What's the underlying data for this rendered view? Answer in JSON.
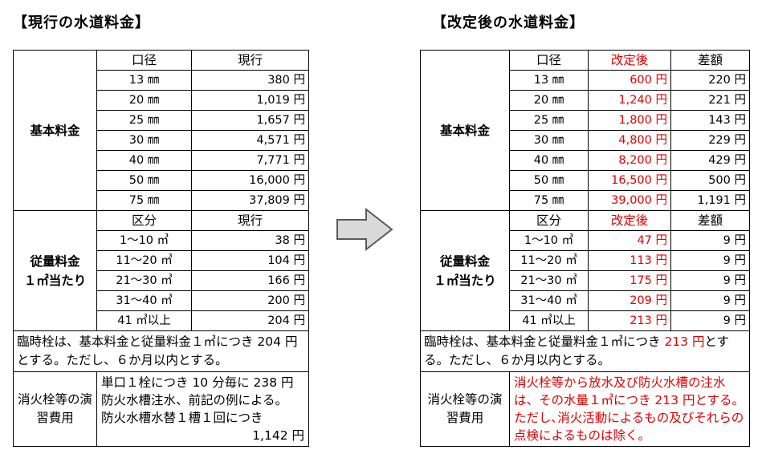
{
  "left": {
    "heading": "【現行の水道料金】",
    "basic": {
      "category": "基本料金",
      "col_size": "口径",
      "col_current": "現行",
      "rows": [
        {
          "size": "13 ㎜",
          "current": "380 円"
        },
        {
          "size": "20 ㎜",
          "current": "1,019 円"
        },
        {
          "size": "25 ㎜",
          "current": "1,657 円"
        },
        {
          "size": "30 ㎜",
          "current": "4,571 円"
        },
        {
          "size": "40 ㎜",
          "current": "7,771 円"
        },
        {
          "size": "50 ㎜",
          "current": "16,000 円"
        },
        {
          "size": "75 ㎜",
          "current": "37,809 円"
        }
      ]
    },
    "volume": {
      "category_line1": "従量料金",
      "category_line2": "１㎡当たり",
      "col_range": "区分",
      "col_current": "現行",
      "rows": [
        {
          "range": "1～10 ㎥",
          "current": "38 円"
        },
        {
          "range": "11～20 ㎥",
          "current": "104 円"
        },
        {
          "range": "21～30 ㎥",
          "current": "166 円"
        },
        {
          "range": "31～40 ㎥",
          "current": "200 円"
        },
        {
          "range": "41 ㎥以上",
          "current": "204 円"
        }
      ]
    },
    "hydrant_note": "臨時栓は、基本料金と従量料金１㎥につき 204 円とする。ただし、６か月以内とする。",
    "drill": {
      "label": "消火栓等の演習費用",
      "lines": [
        "単口１栓につき 10 分毎に 238 円",
        "防火水槽注水、前記の例による。",
        "防火水槽水替１槽１回につき"
      ],
      "amount": "1,142 円"
    }
  },
  "right": {
    "heading": "【改定後の水道料金】",
    "basic": {
      "category": "基本料金",
      "col_size": "口径",
      "col_revised": "改定後",
      "col_diff": "差額",
      "rows": [
        {
          "size": "13 ㎜",
          "revised": "600 円",
          "diff": "220 円"
        },
        {
          "size": "20 ㎜",
          "revised": "1,240 円",
          "diff": "221 円"
        },
        {
          "size": "25 ㎜",
          "revised": "1,800 円",
          "diff": "143 円"
        },
        {
          "size": "30 ㎜",
          "revised": "4,800 円",
          "diff": "229 円"
        },
        {
          "size": "40 ㎜",
          "revised": "8,200 円",
          "diff": "429 円"
        },
        {
          "size": "50 ㎜",
          "revised": "16,500 円",
          "diff": "500 円"
        },
        {
          "size": "75 ㎜",
          "revised": "39,000 円",
          "diff": "1,191 円"
        }
      ]
    },
    "volume": {
      "category_line1": "従量料金",
      "category_line2": "１㎡当たり",
      "col_range": "区分",
      "col_revised": "改定後",
      "col_diff": "差額",
      "rows": [
        {
          "range": "1～10 ㎥",
          "revised": "47 円",
          "diff": "9 円"
        },
        {
          "range": "11～20 ㎥",
          "revised": "113 円",
          "diff": "9 円"
        },
        {
          "range": "21～30 ㎥",
          "revised": "175 円",
          "diff": "9 円"
        },
        {
          "range": "31～40 ㎥",
          "revised": "209 円",
          "diff": "9 円"
        },
        {
          "range": "41 ㎥以上",
          "revised": "213 円",
          "diff": "9 円"
        }
      ]
    },
    "hydrant_note_prefix": "臨時栓は、基本料金と従量料金１㎥につき ",
    "hydrant_note_amount": "213 円",
    "hydrant_note_suffix": "とする。ただし、６か月以内とする。",
    "drill": {
      "label": "消火栓等の演習費用",
      "text": "消火栓等から放水及び防火水槽の注水は、その水量１㎥につき 213 円とする。ただし､消火活動によるもの及びそれらの点検によるものは除く。"
    }
  },
  "colors": {
    "revised_text": "#e00000",
    "border": "#000000",
    "arrow_fill": "#d9d9d9",
    "arrow_stroke": "#595959"
  }
}
